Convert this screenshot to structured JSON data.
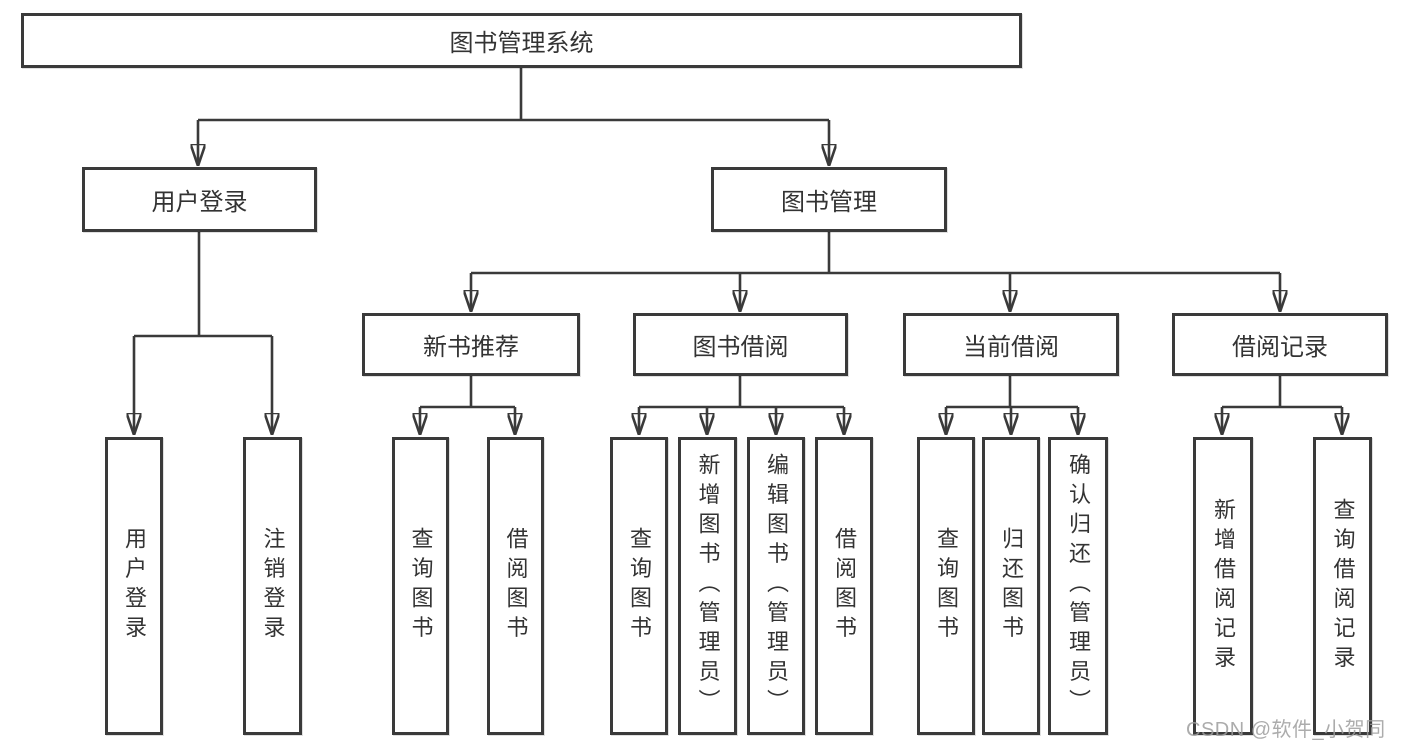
{
  "nodes": {
    "root": "图书管理系统",
    "user_login": "用户登录",
    "book_mgmt": "图书管理",
    "new_books": "新书推荐",
    "book_borrow": "图书借阅",
    "current_borrow": "当前借阅",
    "borrow_records": "借阅记录",
    "leaves": {
      "g1": [
        "用户登录",
        "注销登录"
      ],
      "g2": [
        "查询图书",
        "借阅图书"
      ],
      "g3": [
        "查询图书",
        "新增图书（管理员）",
        "编辑图书（管理员）",
        "借阅图书"
      ],
      "g4": [
        "查询图书",
        "归还图书",
        "确认归还（管理员）"
      ],
      "g5": [
        "新增借阅记录",
        "查询借阅记录"
      ]
    }
  },
  "watermark": "CSDN @软件_小贺同学",
  "colors": {
    "line": "#3a3a3a",
    "text": "#333333",
    "box_bg": "#ffffff",
    "watermark": "#9e9e9e"
  }
}
